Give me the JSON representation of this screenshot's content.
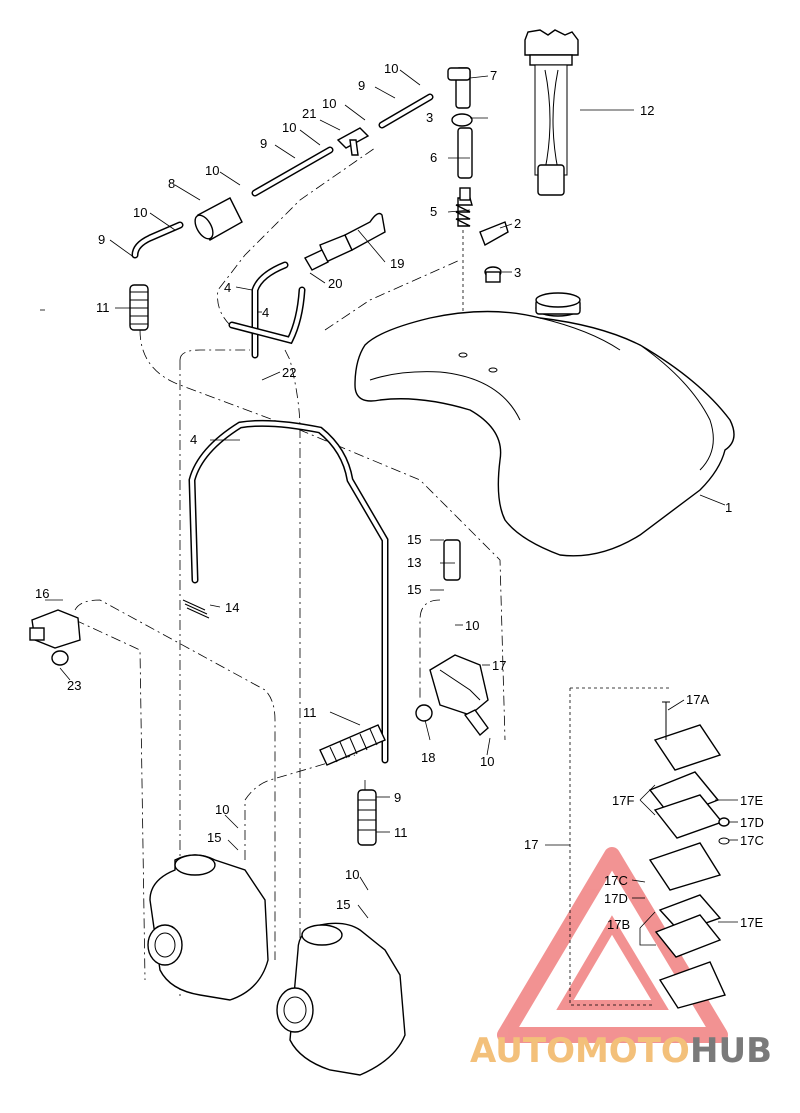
{
  "watermark": {
    "text_light": "AUTOMOTO",
    "text_dark": "HUB",
    "color_light": "#f3c07a",
    "color_dark": "#7a7a7a",
    "triangle_color": "#e83a3a"
  },
  "callouts": {
    "c1": "1",
    "c2": "2",
    "c3a": "3",
    "c3b": "3",
    "c4a": "4",
    "c4b": "4",
    "c4c": "4",
    "c5": "5",
    "c6": "6",
    "c7": "7",
    "c8": "8",
    "c9a": "9",
    "c9b": "9",
    "c9c": "9",
    "c9d": "9",
    "c10a": "10",
    "c10b": "10",
    "c10c": "10",
    "c10d": "10",
    "c10e": "10",
    "c10f": "10",
    "c10g": "10",
    "c10h": "10",
    "c11a": "11",
    "c11b": "11",
    "c11c": "11",
    "c12": "12",
    "c13": "13",
    "c14": "14",
    "c15a": "15",
    "c15b": "15",
    "c15c": "15",
    "c15d": "15",
    "c16": "16",
    "c17a": "17",
    "c17b": "17",
    "c18": "18",
    "c19": "19",
    "c20": "20",
    "c21": "21",
    "c22": "22",
    "c23": "23",
    "c17A": "17A",
    "c17F": "17F",
    "c17E1": "17E",
    "c17D1": "17D",
    "c17C1": "17C",
    "c17C2": "17C",
    "c17D2": "17D",
    "c17B": "17B",
    "c17E2": "17E"
  }
}
